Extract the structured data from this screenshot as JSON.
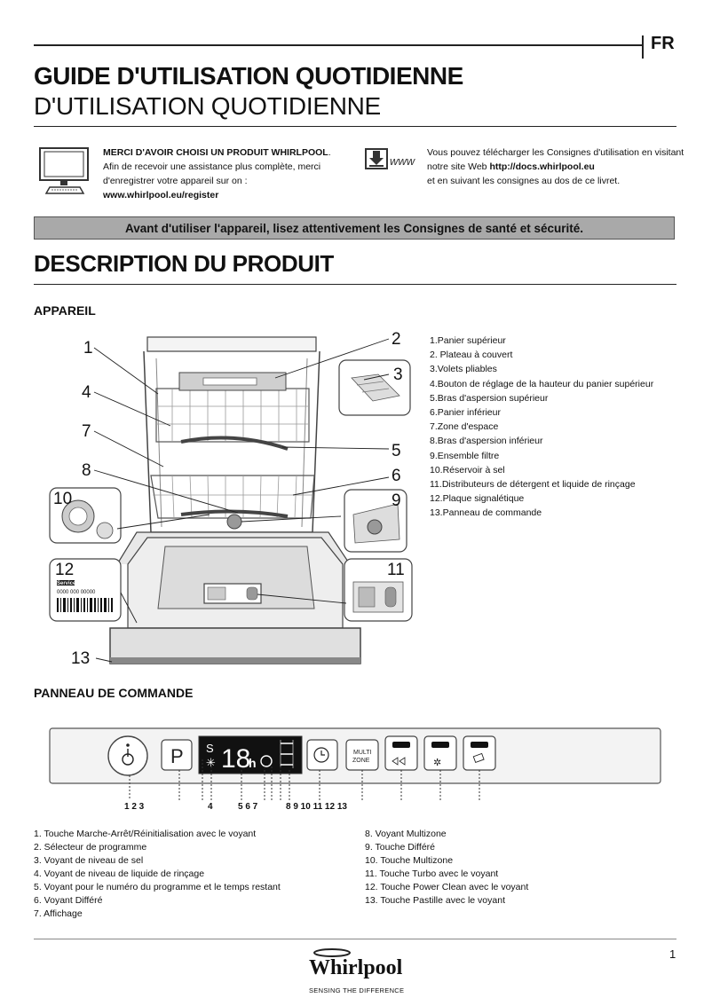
{
  "header": {
    "lang": "FR",
    "title_bold": "GUIDE D'UTILISATION QUOTIDIENNE",
    "title_light": "D'UTILISATION QUOTIDIENNE"
  },
  "info": {
    "left_bold": "MERCI D'AVOIR CHOISI UN PRODUIT WHIRLPOOL",
    "left_text": "Afin de recevoir une assistance plus complète, merci d'enregistrer votre appareil sur on :",
    "left_url": "www.whirlpool.eu/register",
    "right_text": "Vous pouvez télécharger les Consignes d'utilisation en visitant notre site Web",
    "right_url": "http://docs.whirlpool.eu",
    "right_text2": "et en suivant les consignes au dos de ce livret.",
    "www_label": "www"
  },
  "warning": "Avant d'utiliser l'appareil, lisez attentivement les Consignes de santé et sécurité.",
  "description": {
    "title": "DESCRIPTION DU PRODUIT",
    "appareil_title": "APPAREIL",
    "parts": [
      "1.Panier supérieur",
      "2. Plateau à couvert",
      "3.Volets pliables",
      "4.Bouton de réglage de la hauteur du panier supérieur",
      "5.Bras d'aspersion supérieur",
      "6.Panier inférieur",
      "7.Zone d'espace",
      "8.Bras d'aspersion inférieur",
      "9.Ensemble filtre",
      "10.Réservoir à sel",
      "11.Distributeurs de détergent et liquide de rinçage",
      "12.Plaque signalétique",
      "13.Panneau de commande"
    ],
    "callouts": [
      "1",
      "2",
      "3",
      "4",
      "5",
      "6",
      "7",
      "8",
      "9",
      "10",
      "11",
      "12",
      "13"
    ],
    "plate_service": "Service:",
    "plate_number": "0000 000 00000"
  },
  "panel": {
    "title": "PANNEAU DE COMMANDE",
    "display": {
      "s": "S",
      "digits": "18",
      "h": "h"
    },
    "p_label": "P",
    "multi_label_1": "MULTI",
    "multi_label_2": "ZONE",
    "numbers": {
      "a": "1 2 3",
      "b": "4",
      "c": "5 6 7",
      "d": "8 9 10 11 12 13"
    },
    "legend_left": [
      "1. Touche Marche-Arrêt/Réinitialisation avec le voyant",
      "2. Sélecteur de programme",
      "3. Voyant de niveau de sel",
      "4. Voyant de niveau de liquide de rinçage",
      "5.  Voyant pour le numéro du programme et le temps restant",
      "6. Voyant Différé",
      "7. Affichage"
    ],
    "legend_right": [
      "8. Voyant Multizone",
      "9. Touche Différé",
      "10. Touche Multizone",
      "11. Touche Turbo avec le voyant",
      "12. Touche Power Clean avec le voyant",
      "13. Touche Pastille avec le voyant"
    ]
  },
  "footer": {
    "brand": "Whirlpool",
    "tagline": "SENSING THE DIFFERENCE",
    "page": "1"
  }
}
